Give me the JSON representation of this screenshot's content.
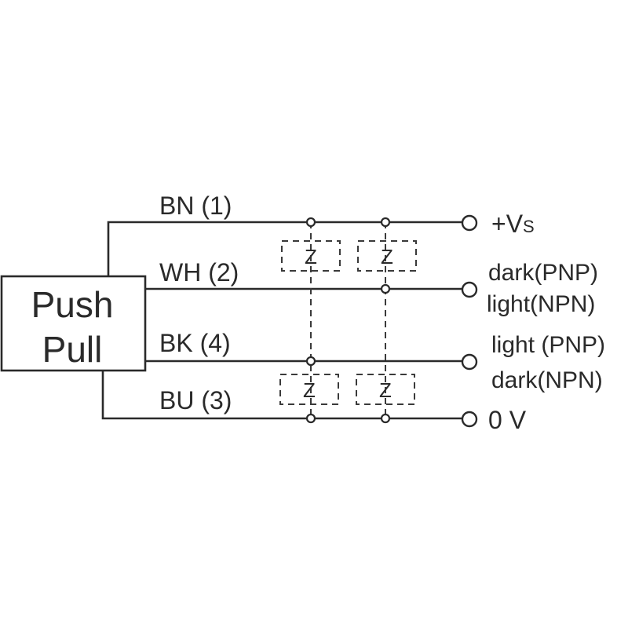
{
  "box": {
    "line1": "Push",
    "line2": "Pull"
  },
  "wires": [
    {
      "code": "BN (1)",
      "terminal": "+V",
      "terminal_sub": "S"
    },
    {
      "code": "WH (2)",
      "terminal_line1": "dark(PNP)",
      "terminal_line2": "light(NPN)"
    },
    {
      "code": "BK (4)",
      "terminal_line1": "light (PNP)",
      "terminal_line2": "dark(NPN)"
    },
    {
      "code": "BU (3)",
      "terminal": "0 V"
    }
  ],
  "load_label": "Z",
  "colors": {
    "ink": "#2a2a2a"
  }
}
